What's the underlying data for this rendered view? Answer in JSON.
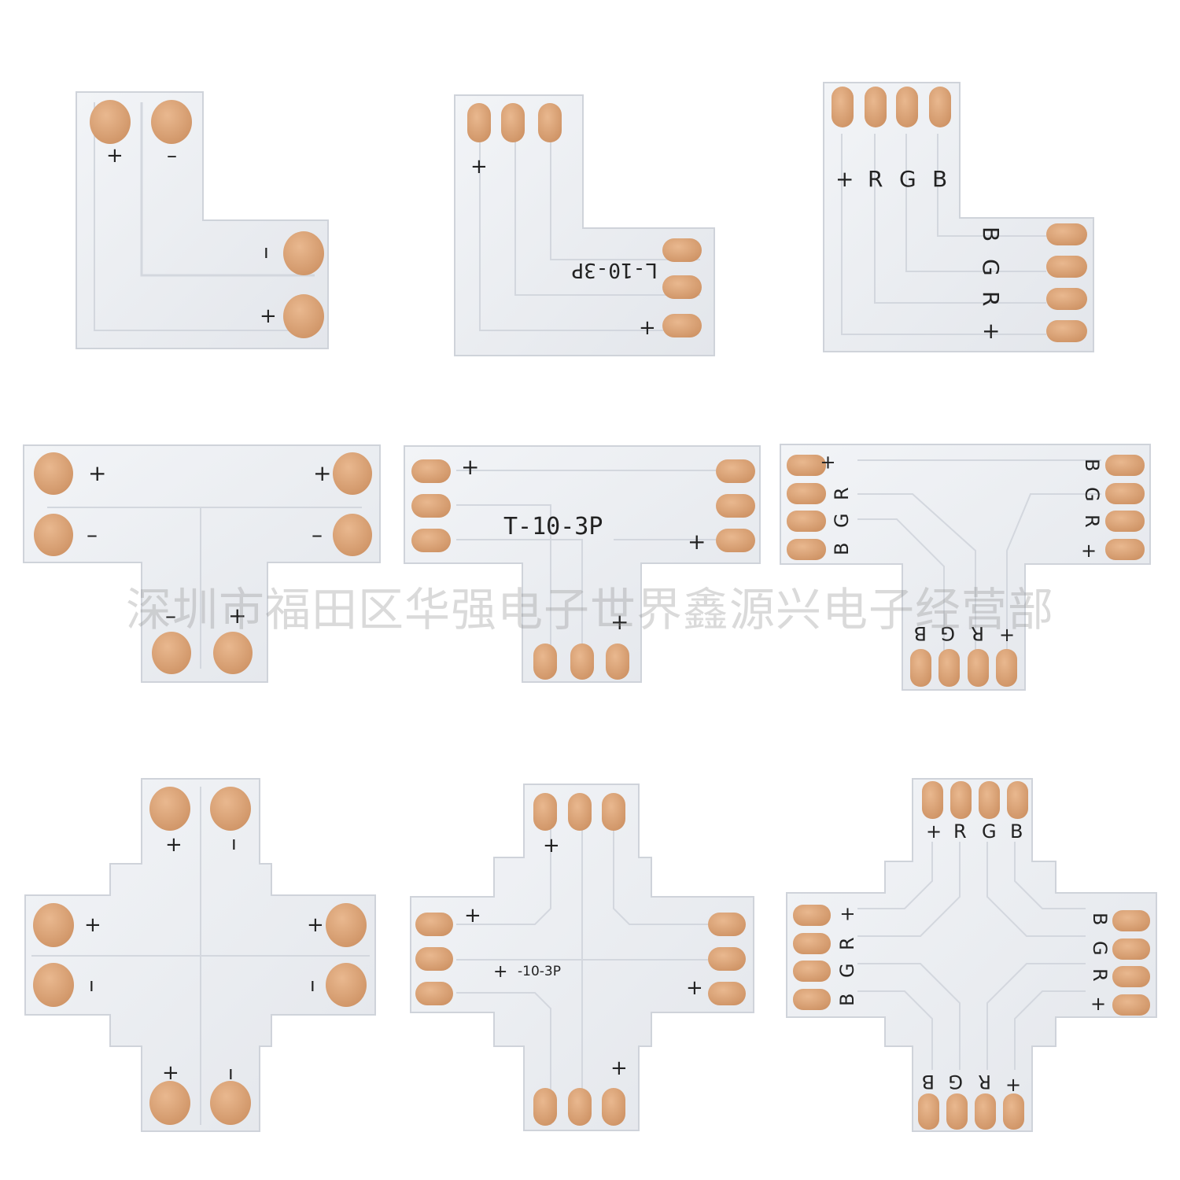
{
  "colors": {
    "board": "#eaecef",
    "board_edge": "#c9ced6",
    "trace": "#d6dae1",
    "pad": "#d9a47a",
    "pad_dark": "#bf8456",
    "label": "#222222"
  },
  "board_labels": {
    "l10_3p": "L-10-3P",
    "t10_3p": "T-10-3P",
    "x10_3p": "-10-3P"
  },
  "pin_labels": {
    "plus": "+",
    "minus": "–",
    "bar": "ı",
    "r": "R",
    "g": "G",
    "b": "B"
  },
  "watermark": "深圳市福田区华强电子世界鑫源兴电子经营部",
  "connectors": [
    {
      "shape": "L",
      "pins": 2
    },
    {
      "shape": "L",
      "pins": 3
    },
    {
      "shape": "L",
      "pins": 4
    },
    {
      "shape": "T",
      "pins": 2
    },
    {
      "shape": "T",
      "pins": 3
    },
    {
      "shape": "T",
      "pins": 4
    },
    {
      "shape": "X",
      "pins": 2
    },
    {
      "shape": "X",
      "pins": 3
    },
    {
      "shape": "X",
      "pins": 4
    }
  ]
}
